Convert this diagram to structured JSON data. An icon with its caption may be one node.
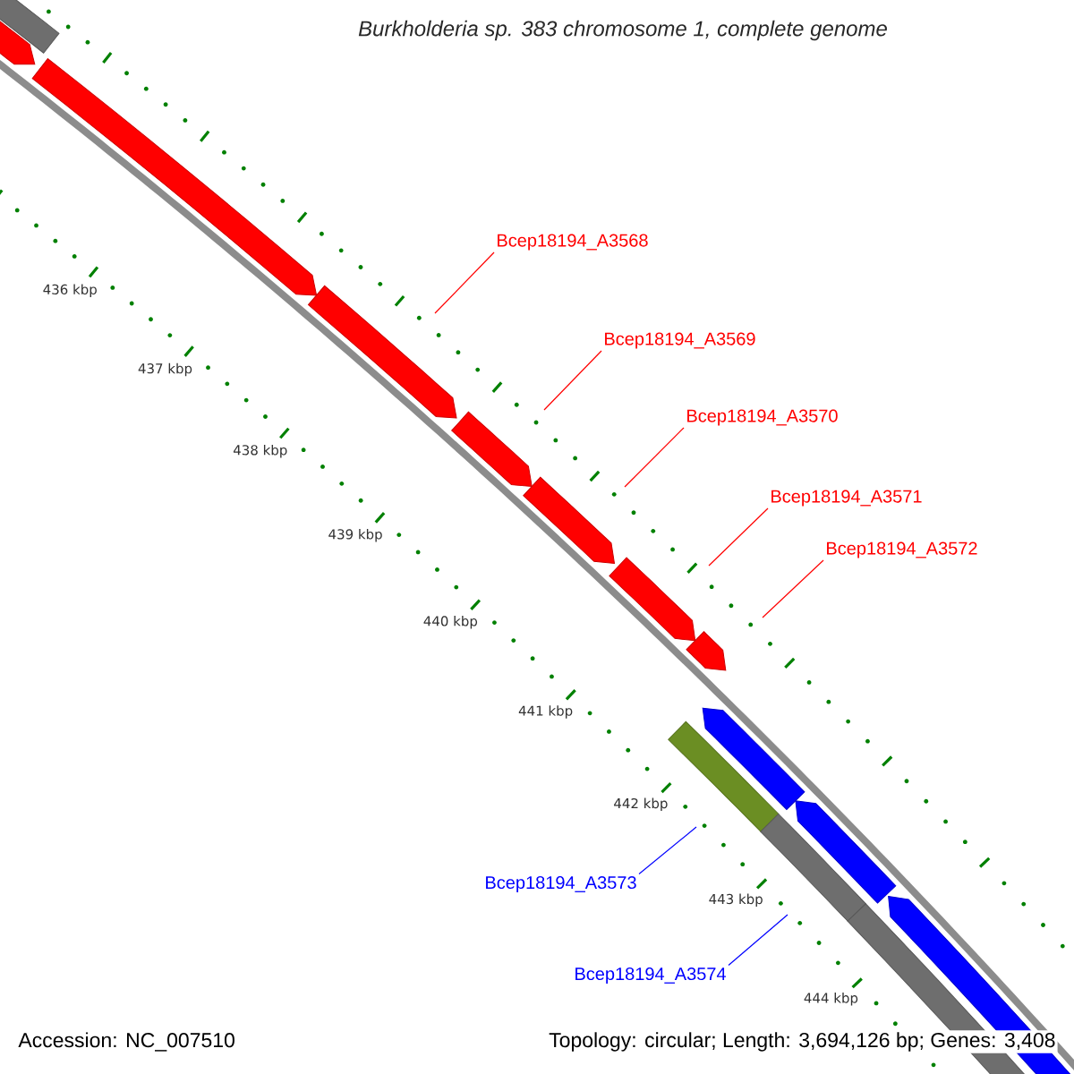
{
  "diagram": {
    "title": "Burkholderia sp. 383 chromosome 1, complete genome",
    "nodes": [
      {
        "text": [
          "Bcep18194_A3568"
        ]
      },
      {
        "text": [
          "Bcep18194_A3569"
        ]
      },
      {
        "text": [
          "Bcep18194_A3570"
        ]
      },
      {
        "text": [
          "Bcep18194_A3571"
        ]
      },
      {
        "text": [
          "Bcep18194_A3572"
        ]
      },
      {
        "text": [
          "Bcep18194_A3573"
        ]
      },
      {
        "text": [
          "Bcep18194_A3574"
        ]
      }
    ],
    "edges": [
      {
        "from": 0,
        "to": null,
        "arrow": "none"
      },
      {
        "from": 1,
        "to": null,
        "arrow": "none"
      },
      {
        "from": 2,
        "to": null,
        "arrow": "none"
      },
      {
        "from": 3,
        "to": null,
        "arrow": "none"
      },
      {
        "from": 4,
        "to": null,
        "arrow": "none"
      },
      {
        "from": 5,
        "to": null,
        "arrow": "none",
        "color": "#0000ff"
      },
      {
        "from": 6,
        "to": null,
        "arrow": "none",
        "color": "#0000ff"
      }
    ],
    "labels": [
      "436 kbp",
      "437 kbp",
      "438 kbp",
      "439 kbp",
      "440 kbp",
      "441 kbp",
      "442 kbp",
      "443 kbp",
      "444 kbp",
      "Accession: NC_007510",
      "Topology: circular; Length: 3,694,126 bp; Genes: 3,408"
    ]
  }
}
